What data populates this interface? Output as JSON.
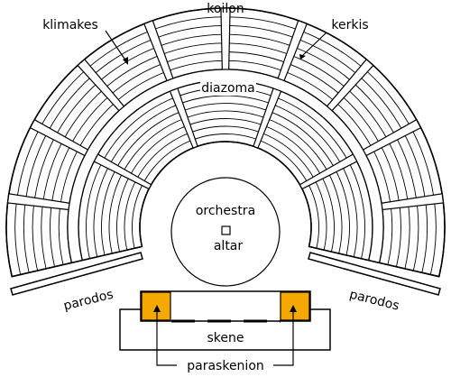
{
  "labels": {
    "koilon": "koilon",
    "klimakes": "klimakes",
    "kerkis": "kerkis",
    "diazoma": "diazoma",
    "orchestra": "orchestra",
    "altar": "altar",
    "parodos_left": "parodos",
    "parodos_right": "parodos",
    "skene": "skene",
    "paraskenion": "paraskenion"
  },
  "colors": {
    "stroke": "#000000",
    "fill": "#ffffff",
    "paraskenion": "#f5a900"
  },
  "structure": {
    "lower_tiers": 8,
    "upper_tiers": 7,
    "lower_wedges": 5,
    "upper_wedges": 10
  }
}
